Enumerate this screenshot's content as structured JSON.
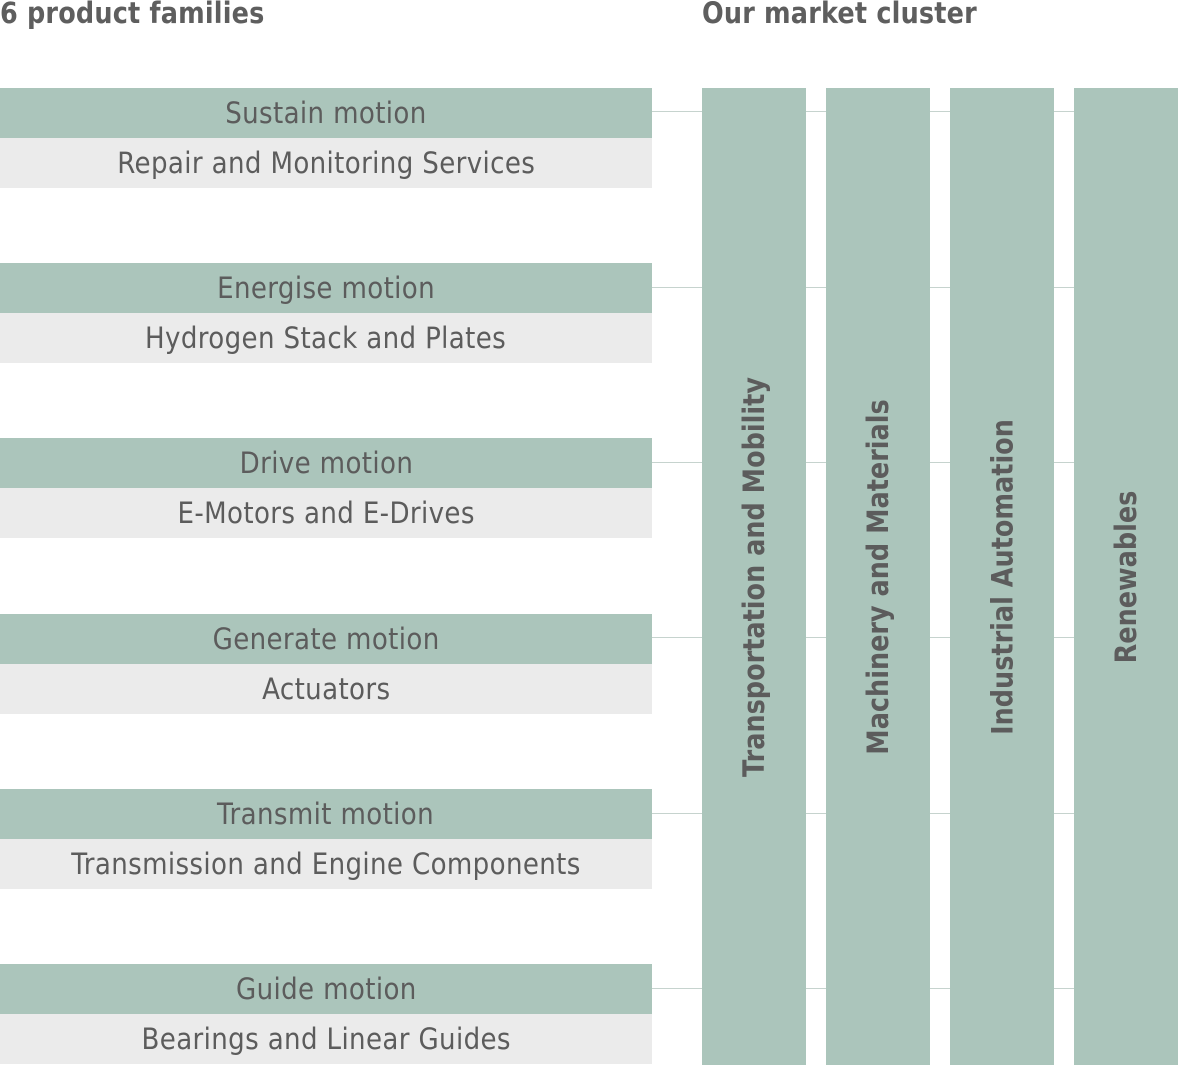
{
  "headings": {
    "left": "6 product families",
    "right": "Our market cluster"
  },
  "families": [
    {
      "title": "Sustain motion",
      "subtitle": "Repair and Monitoring Services"
    },
    {
      "title": "Energise motion",
      "subtitle": "Hydrogen Stack and Plates"
    },
    {
      "title": "Drive motion",
      "subtitle": "E-Motors and E-Drives"
    },
    {
      "title": "Generate motion",
      "subtitle": "Actuators"
    },
    {
      "title": "Transmit motion",
      "subtitle": "Transmission and Engine Components"
    },
    {
      "title": "Guide motion",
      "subtitle": "Bearings and Linear Guides"
    }
  ],
  "clusters": [
    "Transportation and Mobility",
    "Machinery and Materials",
    "Industrial Automation",
    "Renewables"
  ],
  "colors": {
    "family_title_bg": "#abc5bb",
    "family_subtitle_bg": "#ebebeb",
    "cluster_bg": "#abc5bb",
    "connector": "#c6d3ce",
    "text": "#5c5c5c"
  }
}
